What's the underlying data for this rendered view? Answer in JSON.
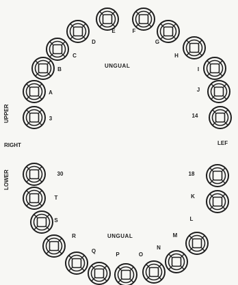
{
  "chart": {
    "lingual_top": "UNGUAL",
    "lingual_bottom": "UNGUAL",
    "right": "RIGHT",
    "left": "LEF",
    "upper": "UPPER",
    "lower": "LOWER"
  },
  "upper_arch": {
    "labels": [
      "3",
      "A",
      "B",
      "C",
      "D",
      "E",
      "F",
      "G",
      "H",
      "I",
      "J",
      "14"
    ]
  },
  "lower_arch": {
    "labels": [
      "30",
      "T",
      "S",
      "R",
      "Q",
      "P",
      "O",
      "N",
      "M",
      "L",
      "K",
      "18"
    ]
  },
  "colors": {
    "ink": "#1e1e1e",
    "paper": "#f7f7f4"
  }
}
